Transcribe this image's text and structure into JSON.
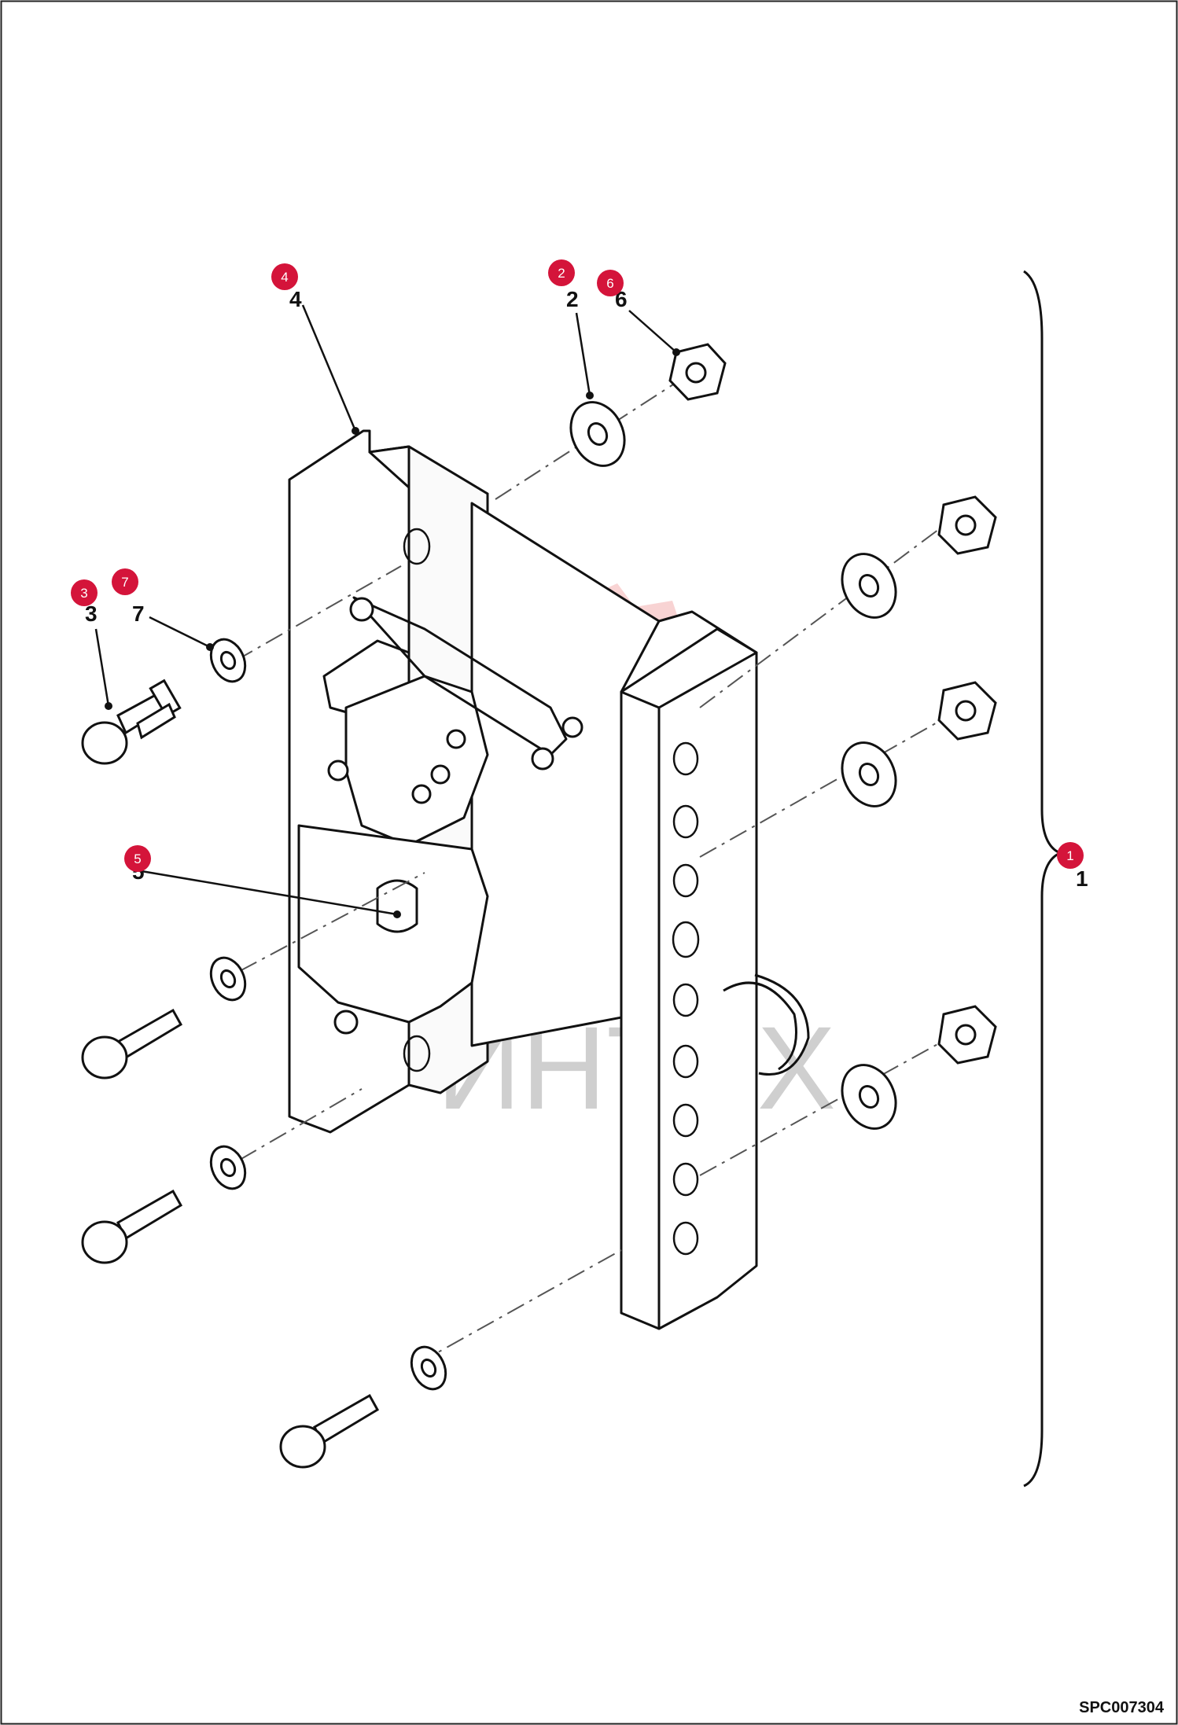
{
  "drawing_code": "SPC007304",
  "watermark_text": "ИНТЕХ",
  "colors": {
    "badge": "#d4143a",
    "line": "#111111",
    "watermark_red": "#e23a3a"
  },
  "callouts": [
    {
      "number": "4",
      "label": "4"
    },
    {
      "number": "2",
      "label": "2"
    },
    {
      "number": "6",
      "label": "6"
    },
    {
      "number": "3",
      "label": "3"
    },
    {
      "number": "7",
      "label": "7"
    },
    {
      "number": "5",
      "label": "5"
    },
    {
      "number": "1",
      "label": "1"
    }
  ]
}
